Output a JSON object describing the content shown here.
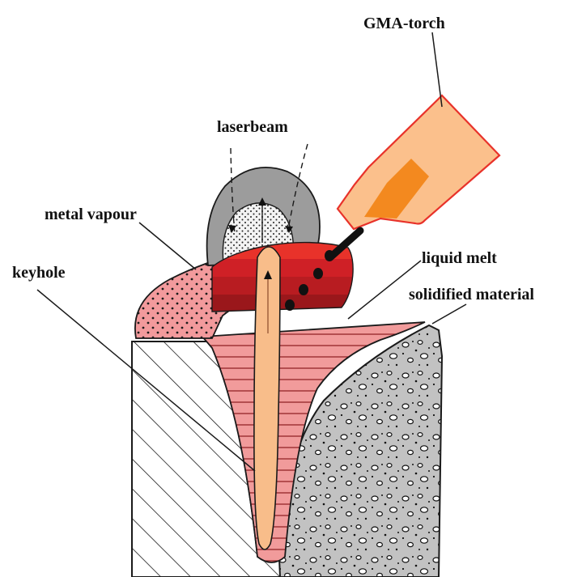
{
  "labels": {
    "gma_torch": "GMA-torch",
    "laserbeam": "laserbeam",
    "metal_vapour": "metal vapour",
    "keyhole": "keyhole",
    "liquid_melt": "liquid melt",
    "solidified_material": "solidified material"
  },
  "colors": {
    "torch_body": "#fbc08c",
    "torch_outline": "#e8322a",
    "torch_inner": "#f3891f",
    "vapour_fill": "#f29a9c",
    "melt_dark": "#a8191d",
    "melt_mid": "#cf2026",
    "melt_bright": "#e8322a",
    "liquid_pool": "#f19b9b",
    "keyhole_fill": "#f8bd8a",
    "solid_fill": "#c2c2c2",
    "laser_halo": "#9c9c9c",
    "laser_core": "#f3f3f3"
  }
}
